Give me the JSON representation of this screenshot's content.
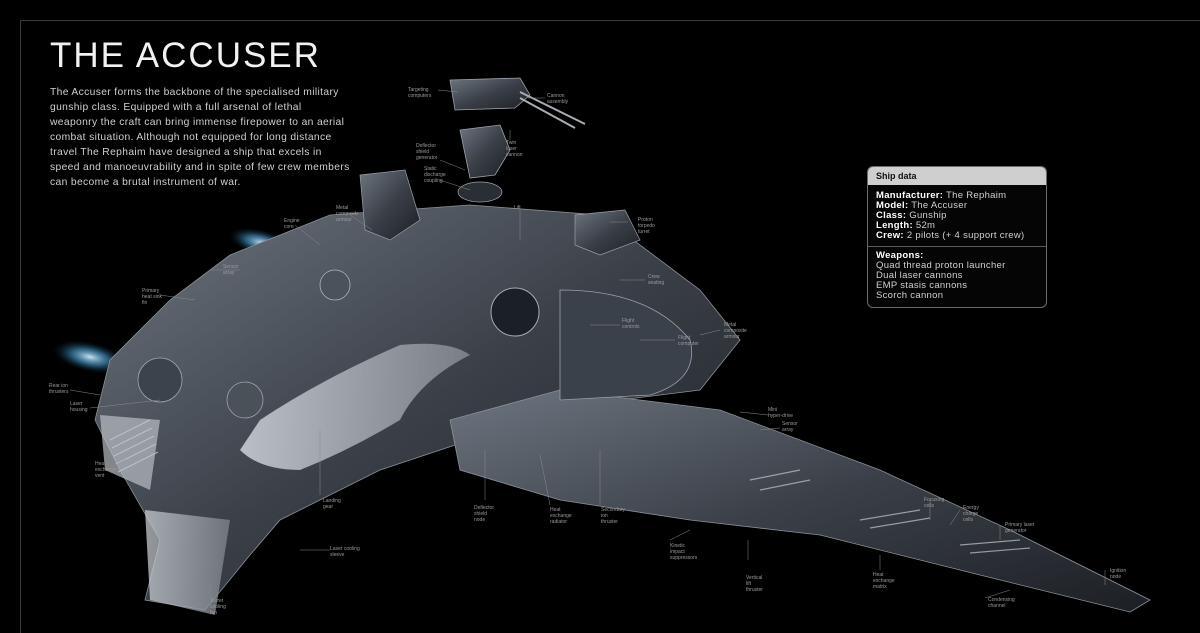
{
  "title": "THE ACCUSER",
  "intro": "The Accuser forms the backbone of the specialised military gunship class. Equipped with a full arsenal of lethal weaponry the craft can bring immense firepower to an aerial combat situation. Although not equipped for long distance travel The Rephaim have designed a ship that excels in speed and manoeuvrability and in spite of few crew members can become a brutal instrument of war.",
  "ship_data": {
    "header": "Ship data",
    "rows": [
      {
        "key": "Manufacturer:",
        "value": "The Rephaim"
      },
      {
        "key": "Model:",
        "value": "The Accuser"
      },
      {
        "key": "Class:",
        "value": "Gunship"
      },
      {
        "key": "Length:",
        "value": "52m"
      },
      {
        "key": "Crew:",
        "value": "2 pilots (+ 4 support crew)"
      }
    ],
    "weapons_title": "Weapons:",
    "weapons": [
      "Quad thread proton launcher",
      "Dual laser cannons",
      "EMP stasis cannons",
      "Scorch cannon"
    ]
  },
  "callouts": {
    "targeting_computers": "Targeting\ncomputers",
    "cannon_assembly": "Cannon\nassembly",
    "twin_laser_cannon": "Twin\nlaser\ncannon",
    "deflector_shield_generator": "Deflector\nshield\ngenerator",
    "static_discharge_coupling": "Static\ndischarge\ncoupling",
    "metal_composite_armour_top": "Metal\ncomposite\narmour",
    "engine_core": "Engine\ncore",
    "lift": "Lift",
    "proton_torpedo_turret": "Proton\ntorpedo\nturret",
    "crew_seating": "Crew\nseating",
    "sensor_array_left": "Sensor\narray",
    "primary_heat_sink_fin": "Primary\nheat sink\nfin",
    "flight_controls": "Flight\ncontrols",
    "flight_computer": "Flight\ncomputer",
    "metal_composite_armour_right": "Metal\ncomposite\narmour",
    "rear_ion_thrusters": "Rear ion\nthrusters",
    "laser_housing": "Laser\nhousing",
    "mini_hyper_drive": "Mini\nhyper-drive",
    "sensor_array_right": "Sensor\narray",
    "heat_exchange_vent": "Heat\nexchange\nvent",
    "landing_gear": "Landing\ngear",
    "deflector_shield_node": "Deflector\nshield\nnode",
    "heat_exchange_radiator": "Heat\nexchange\nradiator",
    "secondary_ion_thruster": "Secondary\nion\nthruster",
    "focusing_cells": "Focusing\ncells",
    "energy_charge_cells": "Energy\ncharge\ncells",
    "primary_laser_generator": "Primary laser\ngenerator",
    "laser_cooling_sleeve": "Laser cooling\nsleeve",
    "kinetic_impact_suppressors": "Kinetic\nimpact\nsuppressors",
    "vertical_lift_thruster": "Vertical\nlift\nthruster",
    "heat_exchange_matrix": "Heat\nexchange\nmatrix",
    "ignition_node": "Ignition\nnode",
    "turret_cooling_fan": "Turret\ncooling\nfan",
    "condensing_channel": "Condensing\nchannel"
  }
}
